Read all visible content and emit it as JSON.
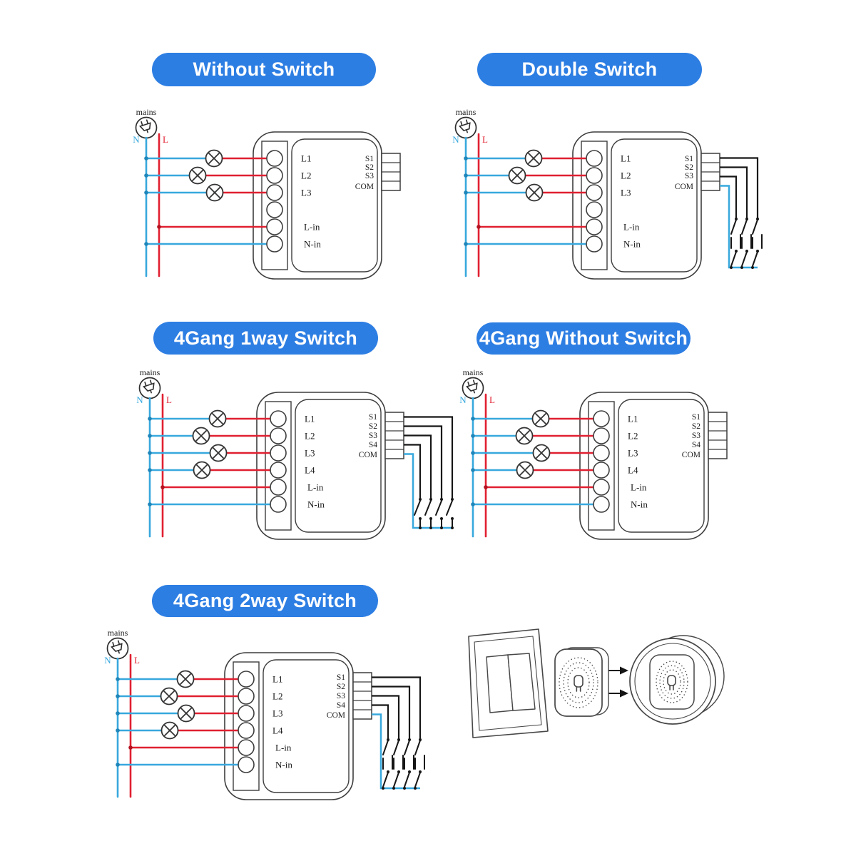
{
  "colors": {
    "pill_blue": "#2d7ee3",
    "title_text": "#ffffff",
    "wire_neutral": "#38a8dd",
    "wire_neutral_dark": "#1f86ba",
    "wire_live": "#e02031",
    "wire_live_dark": "#b31220",
    "wire_switch": "#161616",
    "outline": "#3d3d3d",
    "label_text": "#1a1a1a",
    "background": "#ffffff"
  },
  "mains": {
    "label": "mains",
    "neutral": "N",
    "live": "L"
  },
  "diagrams": [
    {
      "id": "without-switch",
      "title": "Without Switch",
      "gangs": 3,
      "lamp_count": 3,
      "switch_style": "none",
      "switch_count": 0,
      "terminals_left": [
        "L1",
        "L2",
        "L3",
        "L-in",
        "N-in"
      ],
      "terminals_right": [
        "S1",
        "S2",
        "S3",
        "COM"
      ]
    },
    {
      "id": "double-switch",
      "title": "Double Switch",
      "gangs": 3,
      "lamp_count": 3,
      "switch_style": "2way",
      "switch_count": 3,
      "terminals_left": [
        "L1",
        "L2",
        "L3",
        "L-in",
        "N-in"
      ],
      "terminals_right": [
        "S1",
        "S2",
        "S3",
        "COM"
      ]
    },
    {
      "id": "4gang-1way-switch",
      "title": "4Gang 1way Switch",
      "gangs": 4,
      "lamp_count": 4,
      "switch_style": "1way",
      "switch_count": 4,
      "terminals_left": [
        "L1",
        "L2",
        "L3",
        "L4",
        "L-in",
        "N-in"
      ],
      "terminals_right": [
        "S1",
        "S2",
        "S3",
        "S4",
        "COM"
      ]
    },
    {
      "id": "4gang-without-switch",
      "title": "4Gang Without Switch",
      "gangs": 4,
      "lamp_count": 4,
      "switch_style": "none",
      "switch_count": 0,
      "terminals_left": [
        "L1",
        "L2",
        "L3",
        "L4",
        "L-in",
        "N-in"
      ],
      "terminals_right": [
        "S1",
        "S2",
        "S3",
        "S4",
        "COM"
      ]
    },
    {
      "id": "4gang-2way-switch",
      "title": "4Gang 2way Switch",
      "gangs": 4,
      "lamp_count": 4,
      "switch_style": "2way",
      "switch_count": 4,
      "terminals_left": [
        "L1",
        "L2",
        "L3",
        "L4",
        "L-in",
        "N-in"
      ],
      "terminals_right": [
        "S1",
        "S2",
        "S3",
        "S4",
        "COM"
      ]
    }
  ],
  "installation": {
    "icons": [
      "wall-switch-2gang-icon",
      "right-arrow-icon",
      "smart-module-icon",
      "round-junction-box-icon"
    ]
  }
}
